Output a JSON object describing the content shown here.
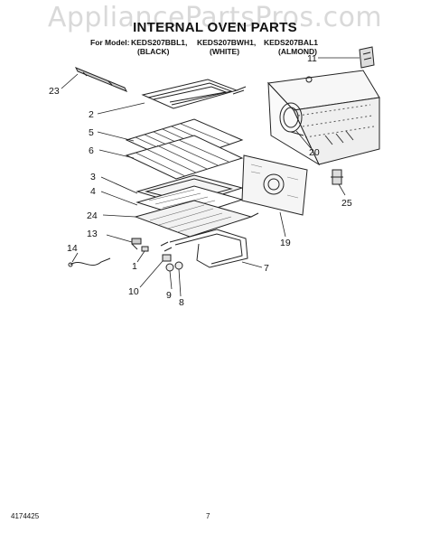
{
  "watermark": "AppliancePartsPros.com",
  "title": "INTERNAL OVEN PARTS",
  "model_line": {
    "prefix": "For Model:",
    "models": [
      "KEDS207BBL1,",
      "KEDS207BWH1,",
      "KEDS207BAL1"
    ],
    "colors": [
      "(BLACK)",
      "(WHITE)",
      "(ALMOND)"
    ]
  },
  "callouts": {
    "c11": "11",
    "c23": "23",
    "c2": "2",
    "c5": "5",
    "c6": "6",
    "c20": "20",
    "c3": "3",
    "c4": "4",
    "c24": "24",
    "c25": "25",
    "c19": "19",
    "c13": "13",
    "c14": "14",
    "c1": "1",
    "c7": "7",
    "c10": "10",
    "c9": "9",
    "c8": "8"
  },
  "footer": {
    "doc_number": "4174425",
    "page_number": "7"
  }
}
